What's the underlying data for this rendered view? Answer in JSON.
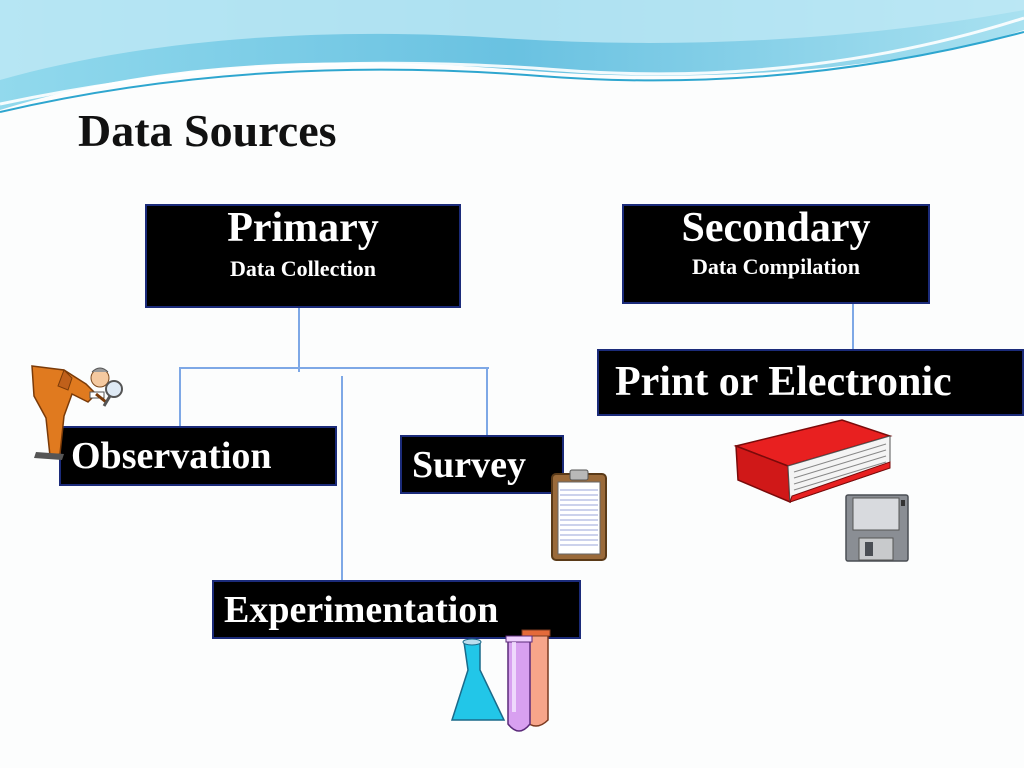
{
  "title": "Data Sources",
  "primary": {
    "label": "Primary",
    "sublabel": "Data Collection"
  },
  "secondary": {
    "label": "Secondary",
    "sublabel": "Data Compilation"
  },
  "observation": "Observation",
  "survey": "Survey",
  "experimentation": "Experimentation",
  "print_electronic": "Print or Electronic",
  "colors": {
    "box_fill": "#000000",
    "box_border": "#1b2b7a",
    "connector": "#7ea8e6",
    "wave": "#5ec3e0"
  },
  "icons": [
    "inspector-magnifier-icon",
    "clipboard-icon",
    "lab-flask-icon",
    "red-book-icon",
    "floppy-disk-icon"
  ]
}
